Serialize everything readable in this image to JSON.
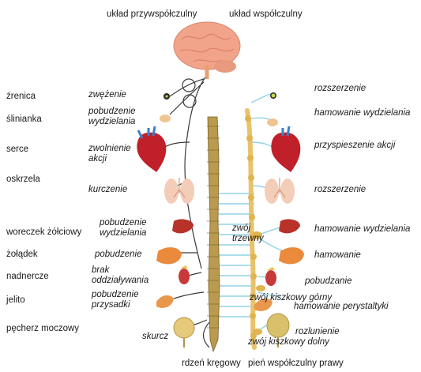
{
  "header": {
    "parasympathetic": "układ przywspółczulny",
    "sympathetic": "układ współczulny"
  },
  "organs": [
    {
      "name": "źrenica",
      "para_effect": "zwężenie",
      "symp_effect": "rozszerzenie"
    },
    {
      "name": "ślinianka",
      "para_effect": "pobudzenie\nwydzielania",
      "symp_effect": "hamowanie wydzielania"
    },
    {
      "name": "serce",
      "para_effect": "zwolnienie\nakcji",
      "symp_effect": "przyspieszenie akcji"
    },
    {
      "name": "oskrzela",
      "para_effect": "kurczenie",
      "symp_effect": "rozszerzenie"
    },
    {
      "name": "woreczek żółciowy",
      "para_effect": "pobudzenie\nwydzielania",
      "symp_effect": "hamowanie wydzielania"
    },
    {
      "name": "żołądek",
      "para_effect": "pobudzenie",
      "symp_effect": "hamowanie"
    },
    {
      "name": "nadnercze",
      "para_effect": "brak\noddziaływania",
      "symp_effect": "pobudzanie"
    },
    {
      "name": "jelito",
      "para_effect": "pobudzenie\nprzysadki",
      "symp_effect": "hamowanie perystaltyki"
    },
    {
      "name": "pęcherz moczowy",
      "para_effect": "skurcz",
      "symp_effect": "rozlunienie"
    }
  ],
  "ganglia": {
    "celiac": "zwój\ntrzewny",
    "superior_mesenteric": "zwój kiszkowy górny",
    "inferior_mesenteric": "zwój kiszkowy dolny"
  },
  "footer": {
    "spinal_cord": "rdzeń kręgowy",
    "sympathetic_trunk": "pień współczulny prawy"
  },
  "colors": {
    "para_nerve": "#3a3a3a",
    "symp_nerve": "#8fd3e6",
    "spinal_cord": "#b99a4e",
    "sympathetic_trunk": "#e8c36a",
    "heart": "#c0202a",
    "brain": "#f2a48a"
  }
}
